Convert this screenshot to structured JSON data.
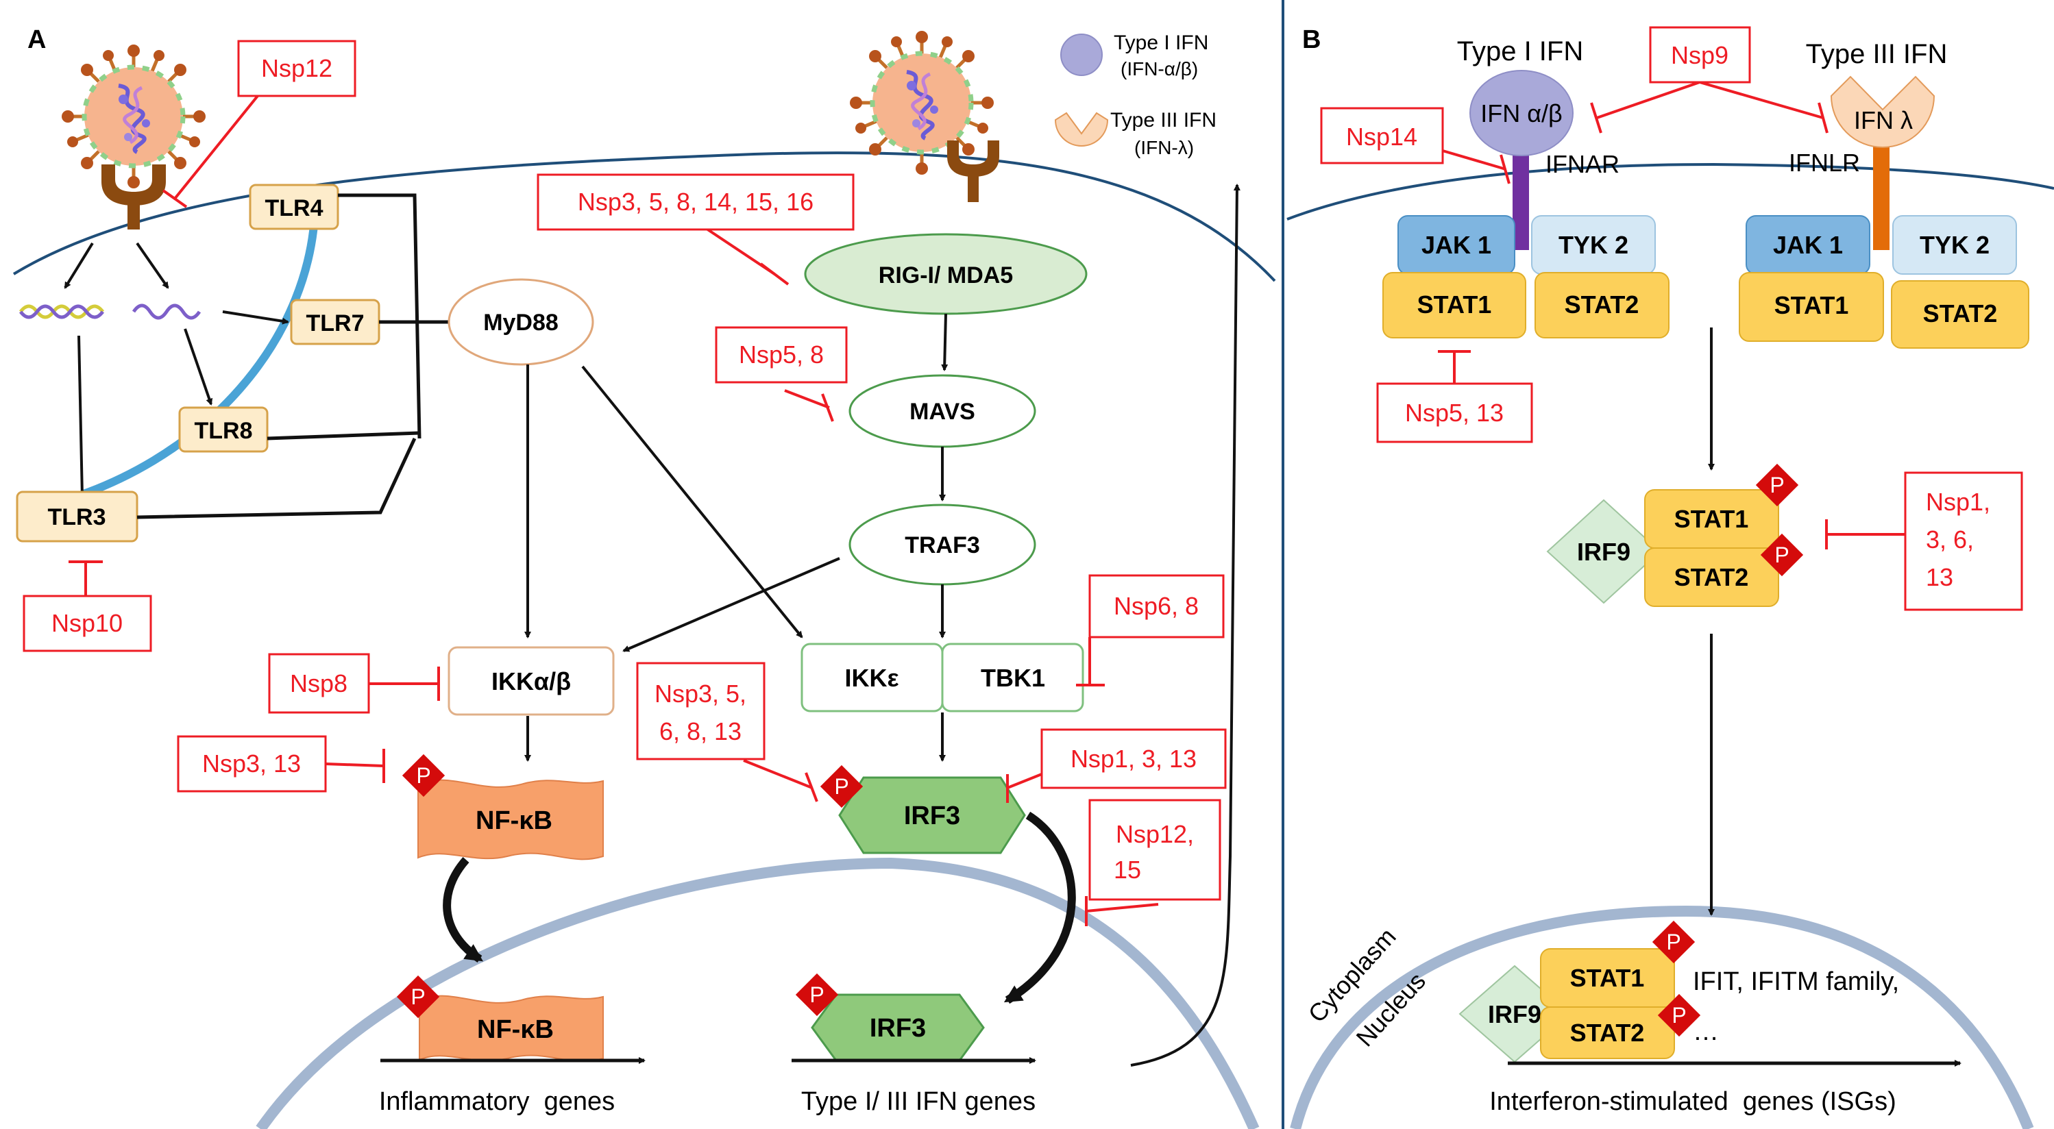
{
  "panels": {
    "a": "A",
    "b": "B"
  },
  "legend": {
    "type1": "Type I IFN",
    "type1_sub": "(IFN-α/β)",
    "type3": "Type III IFN",
    "type3_sub": "(IFN-λ)"
  },
  "nodes_a": {
    "tlr4": "TLR4",
    "tlr7": "TLR7",
    "tlr8": "TLR8",
    "tlr3": "TLR3",
    "myd88": "MyD88",
    "rig": "RIG-I/ MDA5",
    "mavs": "MAVS",
    "traf3": "TRAF3",
    "ikkab": "IKKα/β",
    "ikke": "IKKε",
    "tbk1": "TBK1",
    "nfkb": "NF-κB",
    "irf3": "IRF3",
    "nfkb_nuc": "NF-κB",
    "irf3_nuc": "IRF3"
  },
  "genes_a": {
    "inflammatory": "Inflammatory  genes",
    "ifn": "Type I/ III IFN genes"
  },
  "inhibitors_a": {
    "nsp12_top": "Nsp12",
    "nsp_rig": "Nsp3, 5, 8, 14, 15, 16",
    "nsp_mavs": "Nsp5, 8",
    "nsp10": "Nsp10",
    "nsp8": "Nsp8",
    "nsp3_13": "Nsp3, 13",
    "nsp_irf3_l1": "Nsp3, 5,",
    "nsp_irf3_l2": "6, 8, 13",
    "nsp6_8": "Nsp6, 8",
    "nsp1_3_13": "Nsp1, 3, 13",
    "nsp12_15_l1": "Nsp12,",
    "nsp12_15_l2": "15"
  },
  "panel_b": {
    "type1_title": "Type I IFN",
    "type3_title": "Type III IFN",
    "ifnab": "IFN α/β",
    "ifnl": "IFN λ",
    "ifnar": "IFNAR",
    "ifnlr": "IFNLR",
    "jak1_a": "JAK 1",
    "tyk2_a": "TYK 2",
    "stat1_a": "STAT1",
    "stat2_a": "STAT2",
    "jak1_b": "JAK 1",
    "tyk2_b": "TYK 2",
    "stat1_b": "STAT1",
    "stat2_b": "STAT2",
    "irf9": "IRF9",
    "stat1_c": "STAT1",
    "stat2_c": "STAT2",
    "irf9_nuc": "IRF9",
    "stat1_nuc": "STAT1",
    "stat2_nuc": "STAT2",
    "cytoplasm": "Cytoplasm",
    "nucleus": "Nucleus",
    "isg_products_l1": "IFIT, IFITM family,",
    "isg_products_l2": "…",
    "isgs": "Interferon-stimulated  genes (ISGs)"
  },
  "inhibitors_b": {
    "nsp9": "Nsp9",
    "nsp14": "Nsp14",
    "nsp5_13": "Nsp5, 13",
    "nsp1_l1": "Nsp1,",
    "nsp1_l2": "3, 6,",
    "nsp1_l3": "13"
  },
  "phospho_label": "P",
  "colors": {
    "inhibitor_red": "#ee1c24",
    "membrane": "#1f4e79",
    "nucleus_membrane": "#a3b6d0",
    "tlr_fill": "#fdeccb",
    "tlr_stroke": "#d6a24a",
    "endosome": "#4aa3d6",
    "nfkb_fill": "#f7a06a",
    "irf3_fill": "#8fc97b",
    "rig_fill": "#d9ecd2",
    "stat_fill": "#fcd05a",
    "jak_fill": "#7fb5e0",
    "tyk_fill": "#d5e8f5",
    "phospho": "#d40b0b",
    "ifnab": "#a9a9d9",
    "ifnl": "#fbd7b7",
    "ifnar_stem": "#7030a0",
    "ifnlr_stem": "#e36c09",
    "virus": "#f6b48e"
  }
}
